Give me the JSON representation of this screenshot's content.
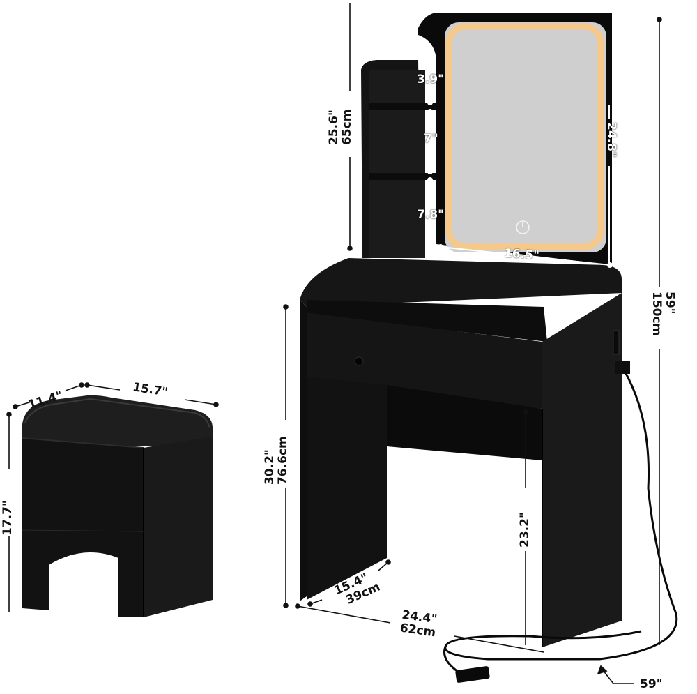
{
  "product": {
    "name": "Vanity desk with lighted mirror and storage stool",
    "colors": {
      "wood": "#141414",
      "wood_highlight": "#2a2a2a",
      "mirror_glass": "#cfcfcf",
      "mirror_light": "#f6c98a",
      "background": "#ffffff",
      "dimension_line": "#111111"
    }
  },
  "vanity": {
    "total_height": {
      "imperial": "59\"",
      "metric": "150cm"
    },
    "hutch_height": {
      "imperial": "25.6\"",
      "metric": "65cm"
    },
    "shelf_gaps": [
      "3.9\"",
      "7\"",
      "7.8\""
    ],
    "mirror_height": "24.8\"",
    "mirror_width": "16.5\"",
    "desk_height": {
      "imperial": "30.2\"",
      "metric": "76.6cm"
    },
    "knee_clearance": "23.2\"",
    "depth": {
      "imperial": "15.4\"",
      "metric": "39cm"
    },
    "width": {
      "imperial": "24.4\"",
      "metric": "62cm"
    },
    "cord_length": "59\""
  },
  "stool": {
    "depth": "11.4\"",
    "width": "15.7\"",
    "height": "17.7\""
  },
  "icons": {
    "mirror_touch": "power-icon",
    "outlet": "power-outlet-icon",
    "plug": "plug-icon",
    "drawer_knob": "knob-icon"
  }
}
